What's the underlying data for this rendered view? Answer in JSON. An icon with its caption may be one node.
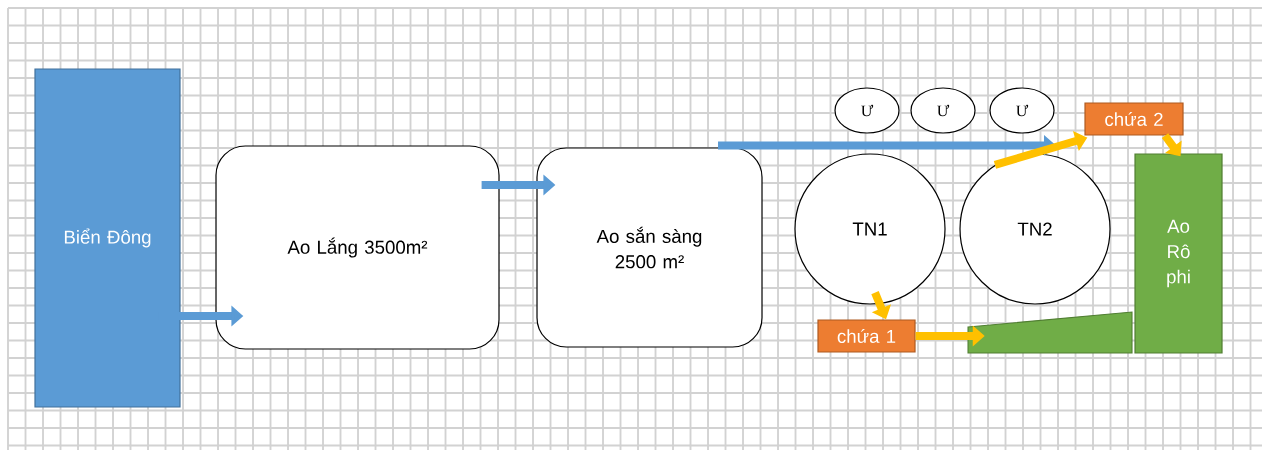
{
  "diagram": {
    "nodes": [
      {
        "text": [
          "Biển Đông"
        ]
      },
      {
        "text": [
          "Ao Lắng 3500m²"
        ]
      },
      {
        "text": [
          "Ao sắn sàng 2500 m²"
        ]
      },
      {
        "text": [
          "Ư"
        ]
      },
      {
        "text": [
          "Ư"
        ]
      },
      {
        "text": [
          "Ư"
        ]
      },
      {
        "text": [
          "chứa 2"
        ]
      },
      {
        "text": [
          "TN1"
        ]
      },
      {
        "text": [
          "TN2"
        ]
      },
      {
        "text": [
          "Ao Rô phi"
        ]
      },
      {
        "text": [
          "chứa 1"
        ]
      },
      {
        "text": [],
        "shape": "box"
      }
    ],
    "edges": [
      {
        "from": 0,
        "to": 1,
        "arrow": "to",
        "color": "#5b9bd5"
      },
      {
        "from": 1,
        "to": 2,
        "arrow": "to",
        "color": "#5b9bd5"
      },
      {
        "from": 2,
        "to": 8,
        "arrow": "to",
        "color": "#5b9bd5"
      },
      {
        "from": 8,
        "to": 6,
        "arrow": "to"
      },
      {
        "from": 6,
        "to": 9,
        "arrow": "to"
      },
      {
        "from": 7,
        "to": 10,
        "arrow": "to"
      },
      {
        "from": 10,
        "to": 11,
        "arrow": "to"
      }
    ]
  }
}
